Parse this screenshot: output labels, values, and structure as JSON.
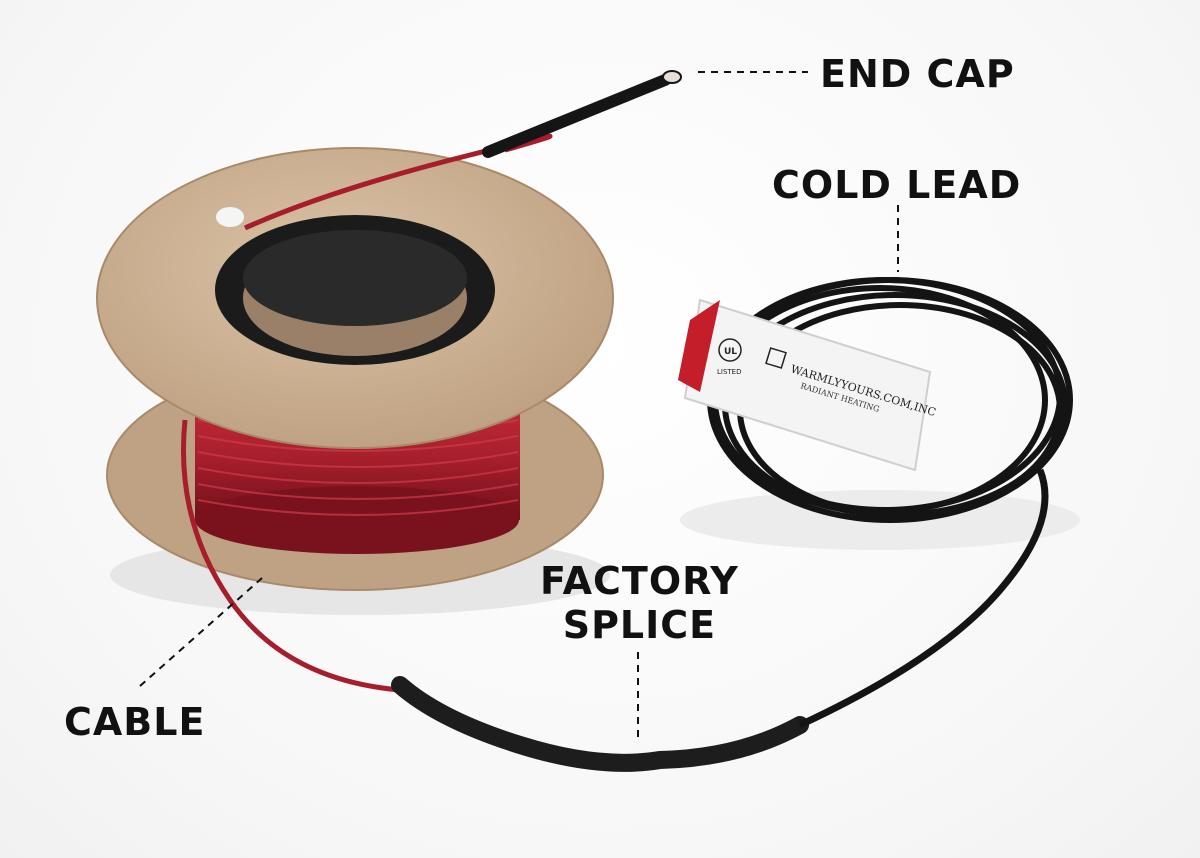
{
  "labels": {
    "end_cap": "END CAP",
    "cold_lead": "COLD LEAD",
    "factory_splice": "FACTORY\nSPLICE",
    "cable": "CABLE"
  },
  "tag": {
    "brand": "WARMLYYOURS.COM,INC",
    "subtitle": "RADIANT HEATING",
    "listed": "LISTED",
    "ul": "UL"
  },
  "colors": {
    "cable_red": "#a61e2c",
    "cold_lead_black": "#141414",
    "spool_cardboard": "#cdb296",
    "callout_text": "#111111"
  }
}
